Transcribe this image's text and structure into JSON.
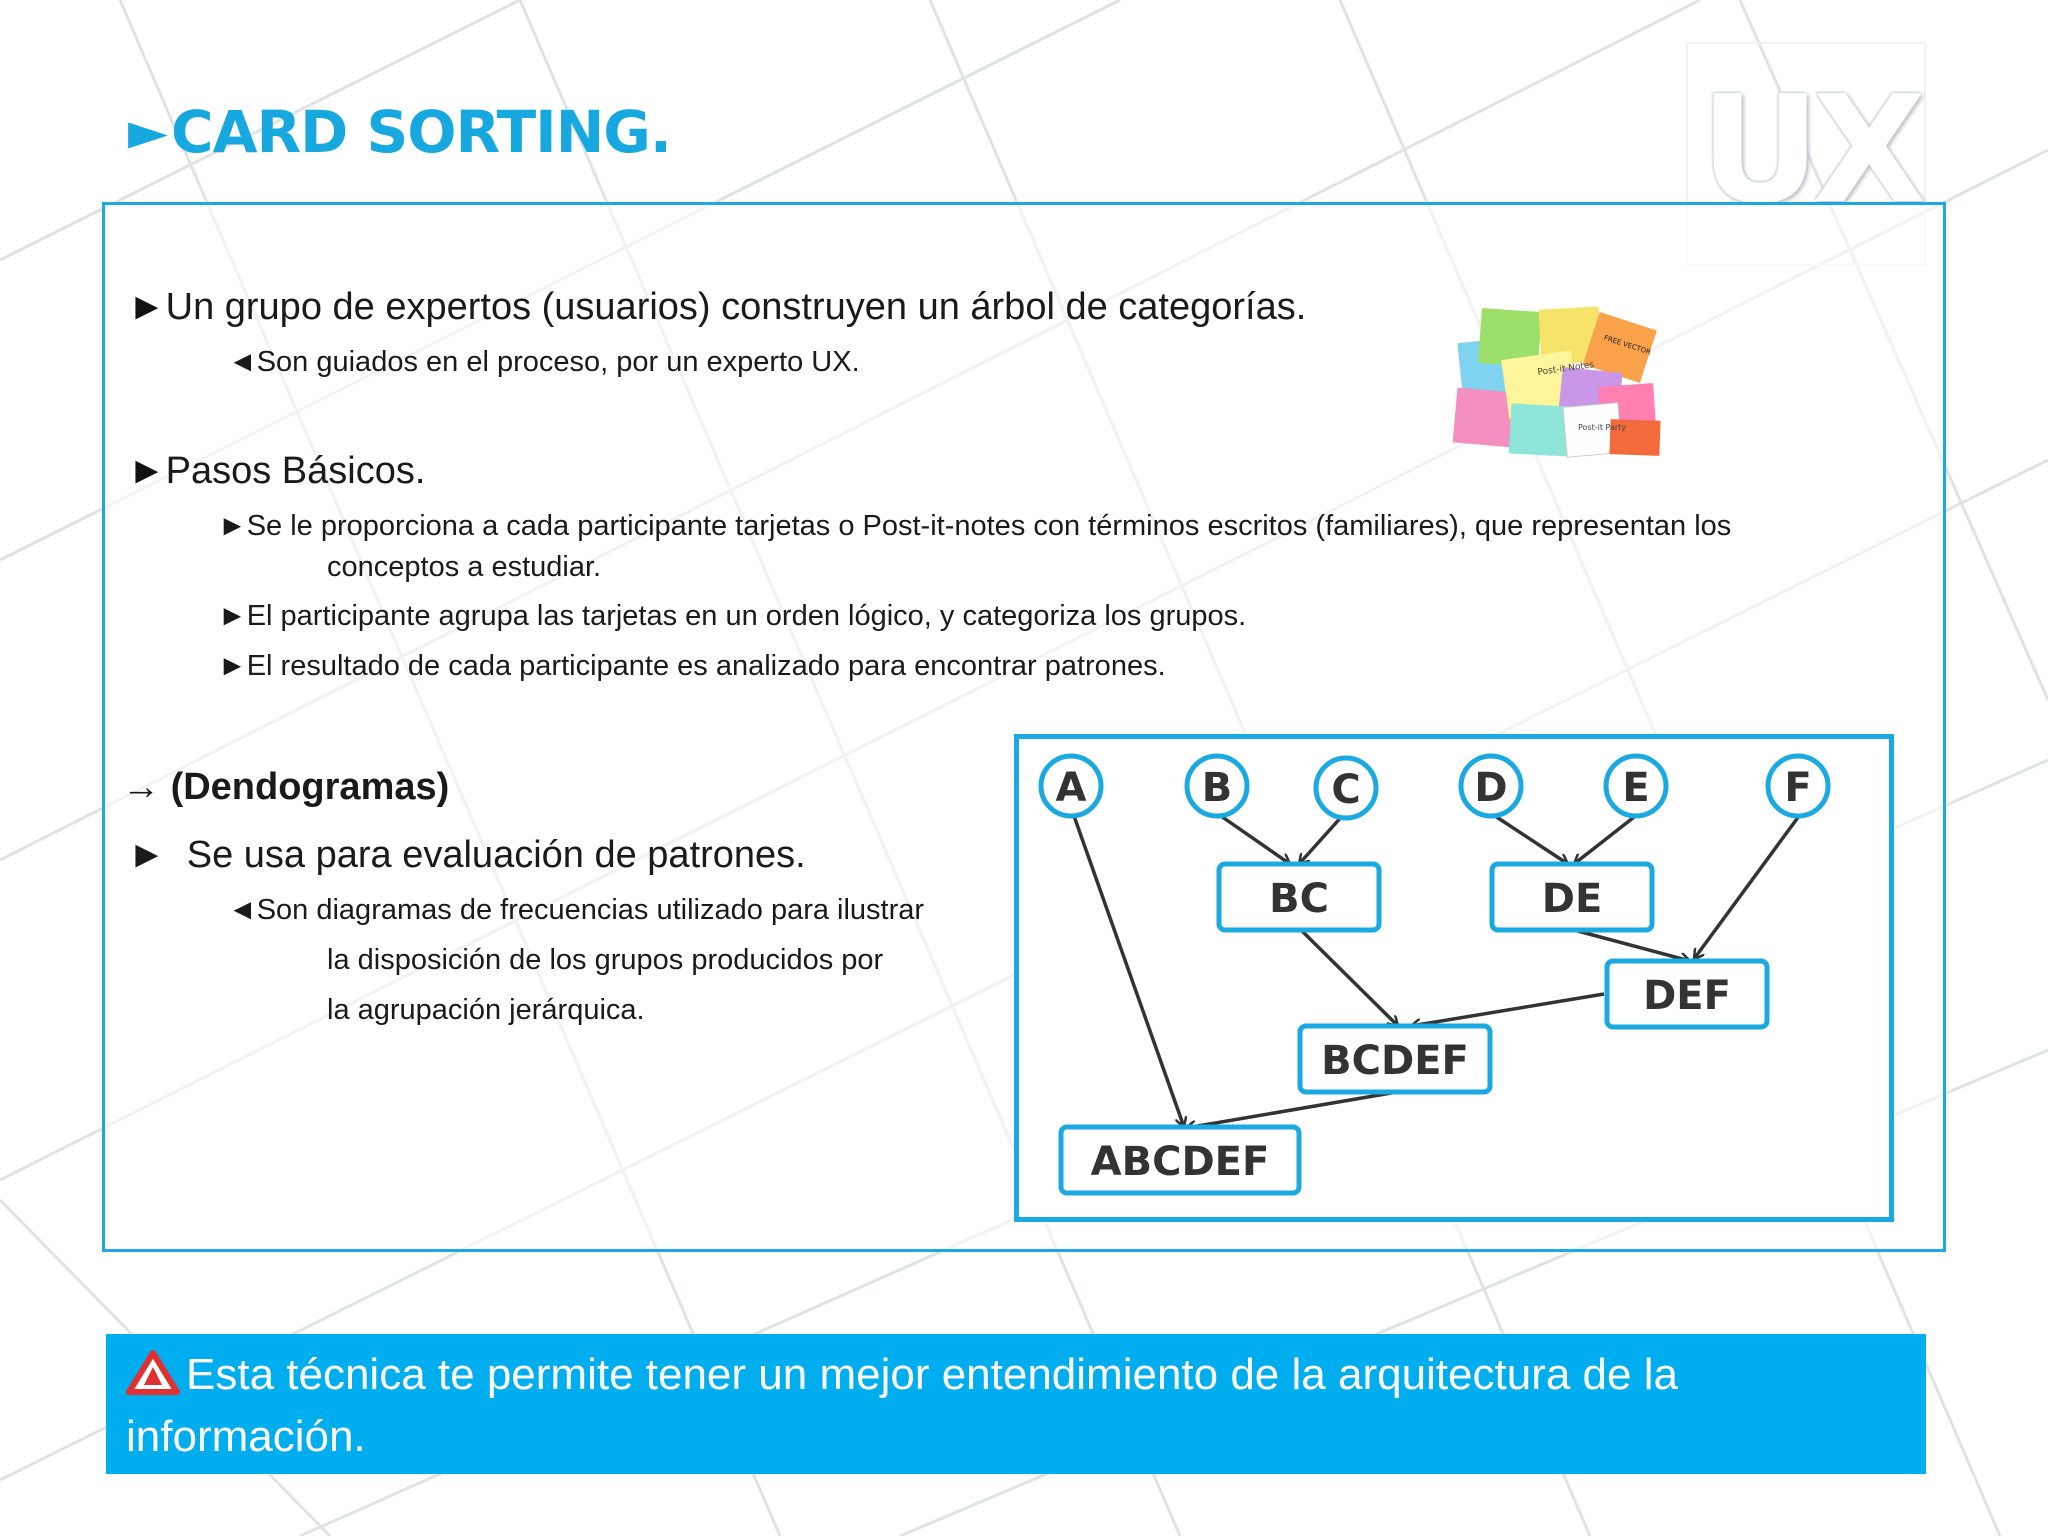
{
  "slide": {
    "title": "CARD SORTING.",
    "title_marker": "►",
    "logo_text": "UX",
    "accent_color": "#1aa9e1",
    "footer_color": "#00aeef"
  },
  "content": {
    "point1": "Un grupo de expertos (usuarios) construyen un árbol de categorías.",
    "point1_sub": "Son guiados en el proceso, por un experto UX.",
    "point2": "Pasos Básicos.",
    "steps": [
      "Se le proporciona a cada participante tarjetas o Post-it-notes con términos escritos (familiares), que representan los",
      "conceptos a estudiar.",
      "El participante agrupa las tarjetas en un orden lógico, y categoriza los grupos.",
      "El resultado de cada participante es analizado para encontrar patrones."
    ],
    "dendo_heading": "(Dendogramas)",
    "dendo_arrow": "→",
    "dendo_point": "Se usa para evaluación de patrones.",
    "dendo_desc": [
      "Son diagramas de frecuencias utilizado para ilustrar",
      "la disposición de los grupos producidos por",
      "la agrupación jerárquica."
    ]
  },
  "postit_image": {
    "labels": [
      "Post-it Notes",
      "Post-it Party",
      "FREE VECTOR"
    ]
  },
  "diagram": {
    "leaves": [
      "A",
      "B",
      "C",
      "D",
      "E",
      "F"
    ],
    "groups": [
      "BC",
      "DE",
      "DEF",
      "BCDEF",
      "ABCDEF"
    ],
    "edges": [
      [
        "B",
        "BC"
      ],
      [
        "C",
        "BC"
      ],
      [
        "D",
        "DE"
      ],
      [
        "E",
        "DE"
      ],
      [
        "DE",
        "DEF"
      ],
      [
        "F",
        "DEF"
      ],
      [
        "BC",
        "BCDEF"
      ],
      [
        "DEF",
        "BCDEF"
      ],
      [
        "A",
        "ABCDEF"
      ],
      [
        "BCDEF",
        "ABCDEF"
      ]
    ]
  },
  "footer": {
    "text_line1": "Esta técnica te permite tener un mejor entendimiento de  la arquitectura de la",
    "text_line2": "información.",
    "icon": "warning-icon"
  }
}
